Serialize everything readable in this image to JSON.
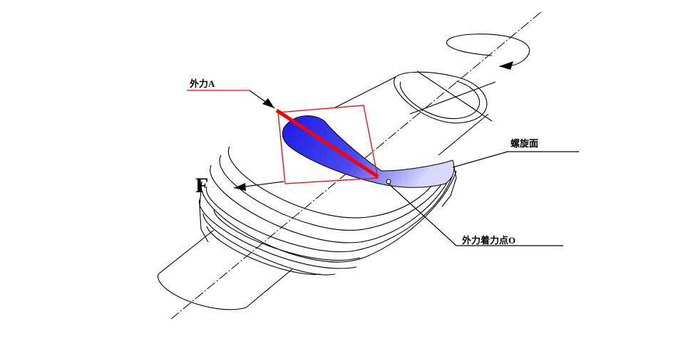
{
  "labels": {
    "external_force_a": "外力A",
    "thread_surface": "螺旋面",
    "force_point": "外力着力点O",
    "force_symbol": "F"
  },
  "colors": {
    "force_line": "#ff0000",
    "helix_surface": "#1a1ae6",
    "helix_surface_light": "#c8c8f5",
    "linework": "#000000"
  },
  "icons": {
    "rotation": "rotation-arrow-icon"
  }
}
